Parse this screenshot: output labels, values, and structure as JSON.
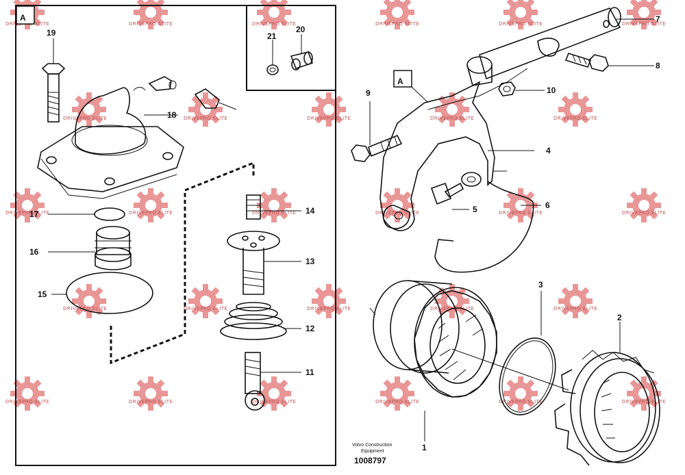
{
  "diagram": {
    "inset_marker": "A",
    "callout_marker": "A",
    "caption_line1": "Volvo Construction",
    "caption_line2": "Equipment",
    "drawing_number": "1008797",
    "watermark_text": "DRIVEPRO ELITE",
    "watermark_color": "#e05b5b",
    "part_labels": {
      "p1": "1",
      "p2": "2",
      "p3": "3",
      "p4": "4",
      "p5": "5",
      "p6": "6",
      "p7": "7",
      "p8": "8",
      "p9": "9",
      "p10": "10",
      "p11": "11",
      "p12": "12",
      "p13": "13",
      "p14": "14",
      "p15": "15",
      "p16": "16",
      "p17": "17",
      "p18": "18",
      "p19": "19",
      "p20": "20",
      "p21": "21"
    }
  }
}
